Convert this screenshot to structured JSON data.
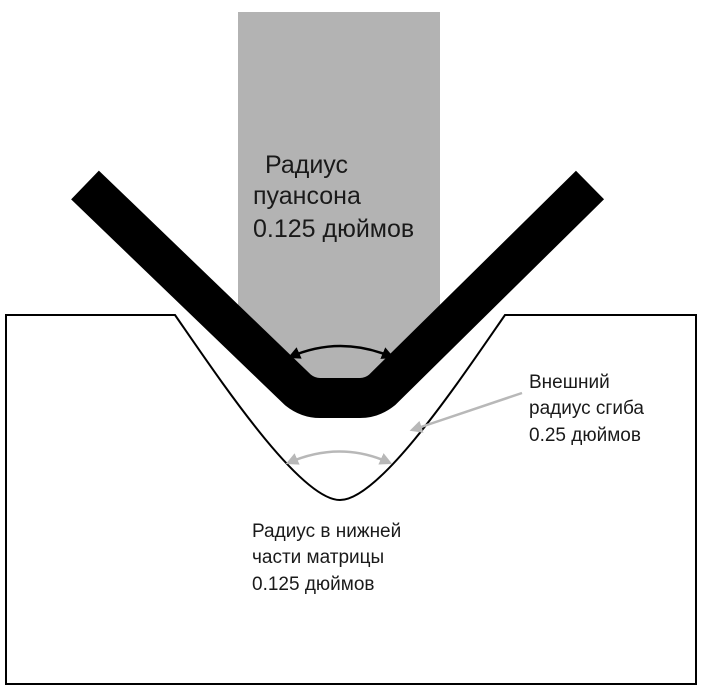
{
  "punch_label": {
    "line1": "Радиус",
    "line2": "пуансона",
    "line3": "0.125 дюймов"
  },
  "outer_bend_label": {
    "line1": "Внешний",
    "line2": "радиус сгиба",
    "line3": "0.25 дюймов"
  },
  "die_bottom_label": {
    "line1": "Радиус в нижней",
    "line2": "части матрицы",
    "line3": "0.125 дюймов"
  },
  "colors": {
    "punch": "#b3b3b3",
    "sheet": "#000000",
    "die_outline": "#000000",
    "grey_arrow": "#b8b8b8"
  }
}
